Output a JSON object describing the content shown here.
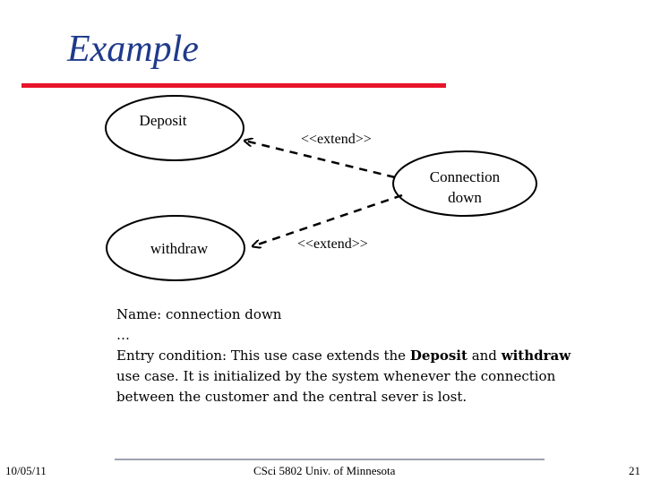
{
  "slide": {
    "title": "Example",
    "accent_color": "#e8142a",
    "title_color": "#1f3a8a"
  },
  "diagram": {
    "use_cases": {
      "deposit": "Deposit",
      "withdraw": "withdraw",
      "connection_down_line1": "Connection",
      "connection_down_line2": "down"
    },
    "relations": {
      "extend_top": "<<extend>>",
      "extend_bottom": "<<extend>>"
    }
  },
  "description": {
    "name_line": "Name: connection down",
    "ellipsis": "…",
    "entry_prefix": "Entry condition: This use case extends the ",
    "entry_bold1": "Deposit",
    "entry_and": " and ",
    "entry_bold2": "withdraw",
    "line3": "use case. It is initialized by the system whenever the connection",
    "line4": "between the customer and the central sever is lost."
  },
  "footer": {
    "date": "10/05/11",
    "course": "CSci 5802 Univ. of Minnesota",
    "page": "21"
  }
}
